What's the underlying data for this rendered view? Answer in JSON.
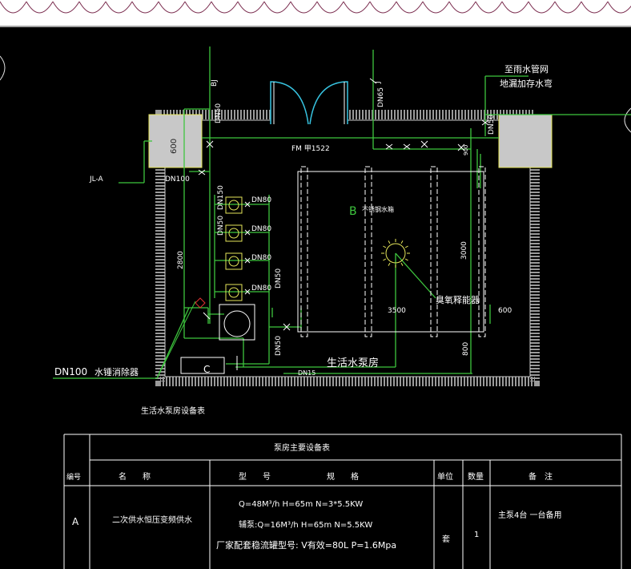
{
  "labels": {
    "pipe_bj": "BJ",
    "pipe_dn50_top": "DN50",
    "pipe_j": "J",
    "pipe_dn65_top": "DN65",
    "to_rain": "至雨水管网",
    "floor_drain": "地漏加存水弯",
    "dn50_right": "DN50",
    "fm_label": "FM 甲1522",
    "dim_600_left": "600",
    "jl_a": "JL-A",
    "dn100": "DN100",
    "dn150": "DN150",
    "dn50_pump": "DN50",
    "dn80_1": "DN80",
    "dn80_2": "DN80",
    "dn80_3": "DN80",
    "dn80_4": "DN80",
    "dim_2800": "2800",
    "dn50_mid": "DN50",
    "dn50_low": "DN50",
    "tank_letter": "B",
    "tank_label": "不锈钢水箱",
    "dim_3000": "3000",
    "dim_3500": "3500",
    "ozone_label": "臭氧释能器",
    "dim_600_right": "600",
    "dim_800": "800",
    "room_label": "生活水泵房",
    "dn15": "DN15",
    "letter_c": "C",
    "dn100_hammer": "DN100",
    "hammer_label": "水锤消除器",
    "ref_900": "900",
    "table_caption": "生活水泵房设备表"
  },
  "table": {
    "title": "泵房主要设备表",
    "headers": [
      "编号",
      "名　　称",
      "型　　号",
      "规　　格",
      "单位",
      "数量",
      "备　注"
    ],
    "rows": [
      {
        "id": "A",
        "name": "二次供水恒压变频供水",
        "spec_lines": [
          "Q=48M³/h  H=65m N=3*5.5KW",
          "辅泵:Q=16M³/h  H=65m N=5.5KW",
          "厂家配套稳流罐型号: V有效=80L   P=1.6Mpa"
        ],
        "unit": "套",
        "qty": "1",
        "note": "主泵4台 一台备用"
      }
    ]
  }
}
